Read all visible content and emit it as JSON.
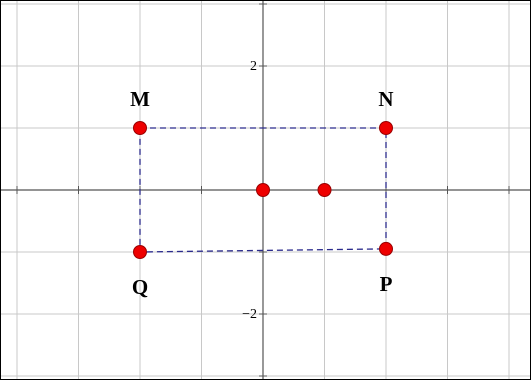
{
  "chart_data": {
    "type": "scatter",
    "xlim": [
      -4.2,
      4.3
    ],
    "ylim": [
      -3,
      3
    ],
    "grid": true,
    "tick_labels": [
      {
        "axis": "y",
        "value": 2,
        "text": "2"
      },
      {
        "axis": "y",
        "value": -2,
        "text": "−2"
      }
    ],
    "rectangle": [
      "M",
      "N",
      "P",
      "Q"
    ],
    "points": [
      {
        "label": "M",
        "x": -2,
        "y": 1,
        "label_pos": "above"
      },
      {
        "label": "N",
        "x": 2,
        "y": 1,
        "label_pos": "above"
      },
      {
        "label": "P",
        "x": 2,
        "y": -0.95,
        "label_pos": "below"
      },
      {
        "label": "Q",
        "x": -2,
        "y": -1,
        "label_pos": "below"
      },
      {
        "label": "",
        "x": 0,
        "y": 0
      },
      {
        "label": "",
        "x": 1,
        "y": 0
      }
    ],
    "colors": {
      "point_fill": "#ee0000",
      "point_stroke": "#990000",
      "rectangle_stroke": "#2b2b8c",
      "grid": "#c8c8c8",
      "axis": "#555555"
    }
  }
}
